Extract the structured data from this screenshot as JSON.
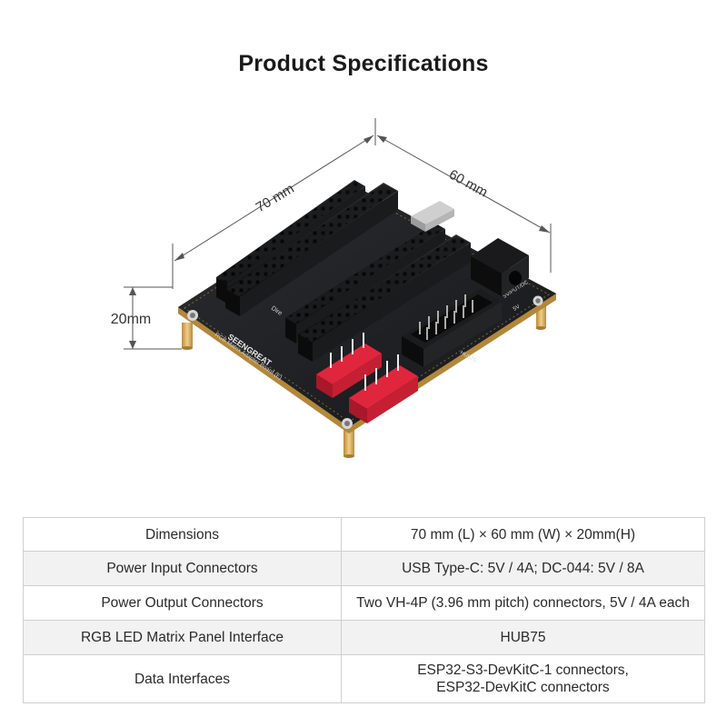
{
  "header": {
    "title": "Product Specifications"
  },
  "figure": {
    "dimensions": {
      "length": "70 mm",
      "width": "60 mm",
      "height": "20mm"
    },
    "board": {
      "brand": "SEENGREAT",
      "model_text": "RGB Matrix Adapter Board (E)",
      "silk_labels": [
        "Dire",
        "5V/PUT/DC",
        "5V",
        "HUB75"
      ]
    },
    "colors": {
      "pcb": "#1d1f22",
      "edge": "#c99a45",
      "header": "#151617",
      "power_connector": "#e0263c",
      "standoff": "#d9a85a"
    }
  },
  "specs": {
    "rows": [
      {
        "label": "Dimensions",
        "value_lines": [
          "70 mm (L) × 60 mm (W) × 20mm(H)"
        ]
      },
      {
        "label": "Power Input Connectors",
        "value_lines": [
          "USB Type-C: 5V / 4A; DC-044: 5V / 8A"
        ]
      },
      {
        "label": "Power Output Connectors",
        "value_lines": [
          "Two VH-4P (3.96 mm pitch) connectors, 5V / 4A each"
        ]
      },
      {
        "label": "RGB LED Matrix Panel Interface",
        "value_lines": [
          "HUB75"
        ]
      },
      {
        "label": "Data Interfaces",
        "value_lines": [
          "ESP32-S3-DevKitC-1 connectors,",
          "ESP32-DevKitC connectors"
        ]
      }
    ]
  }
}
